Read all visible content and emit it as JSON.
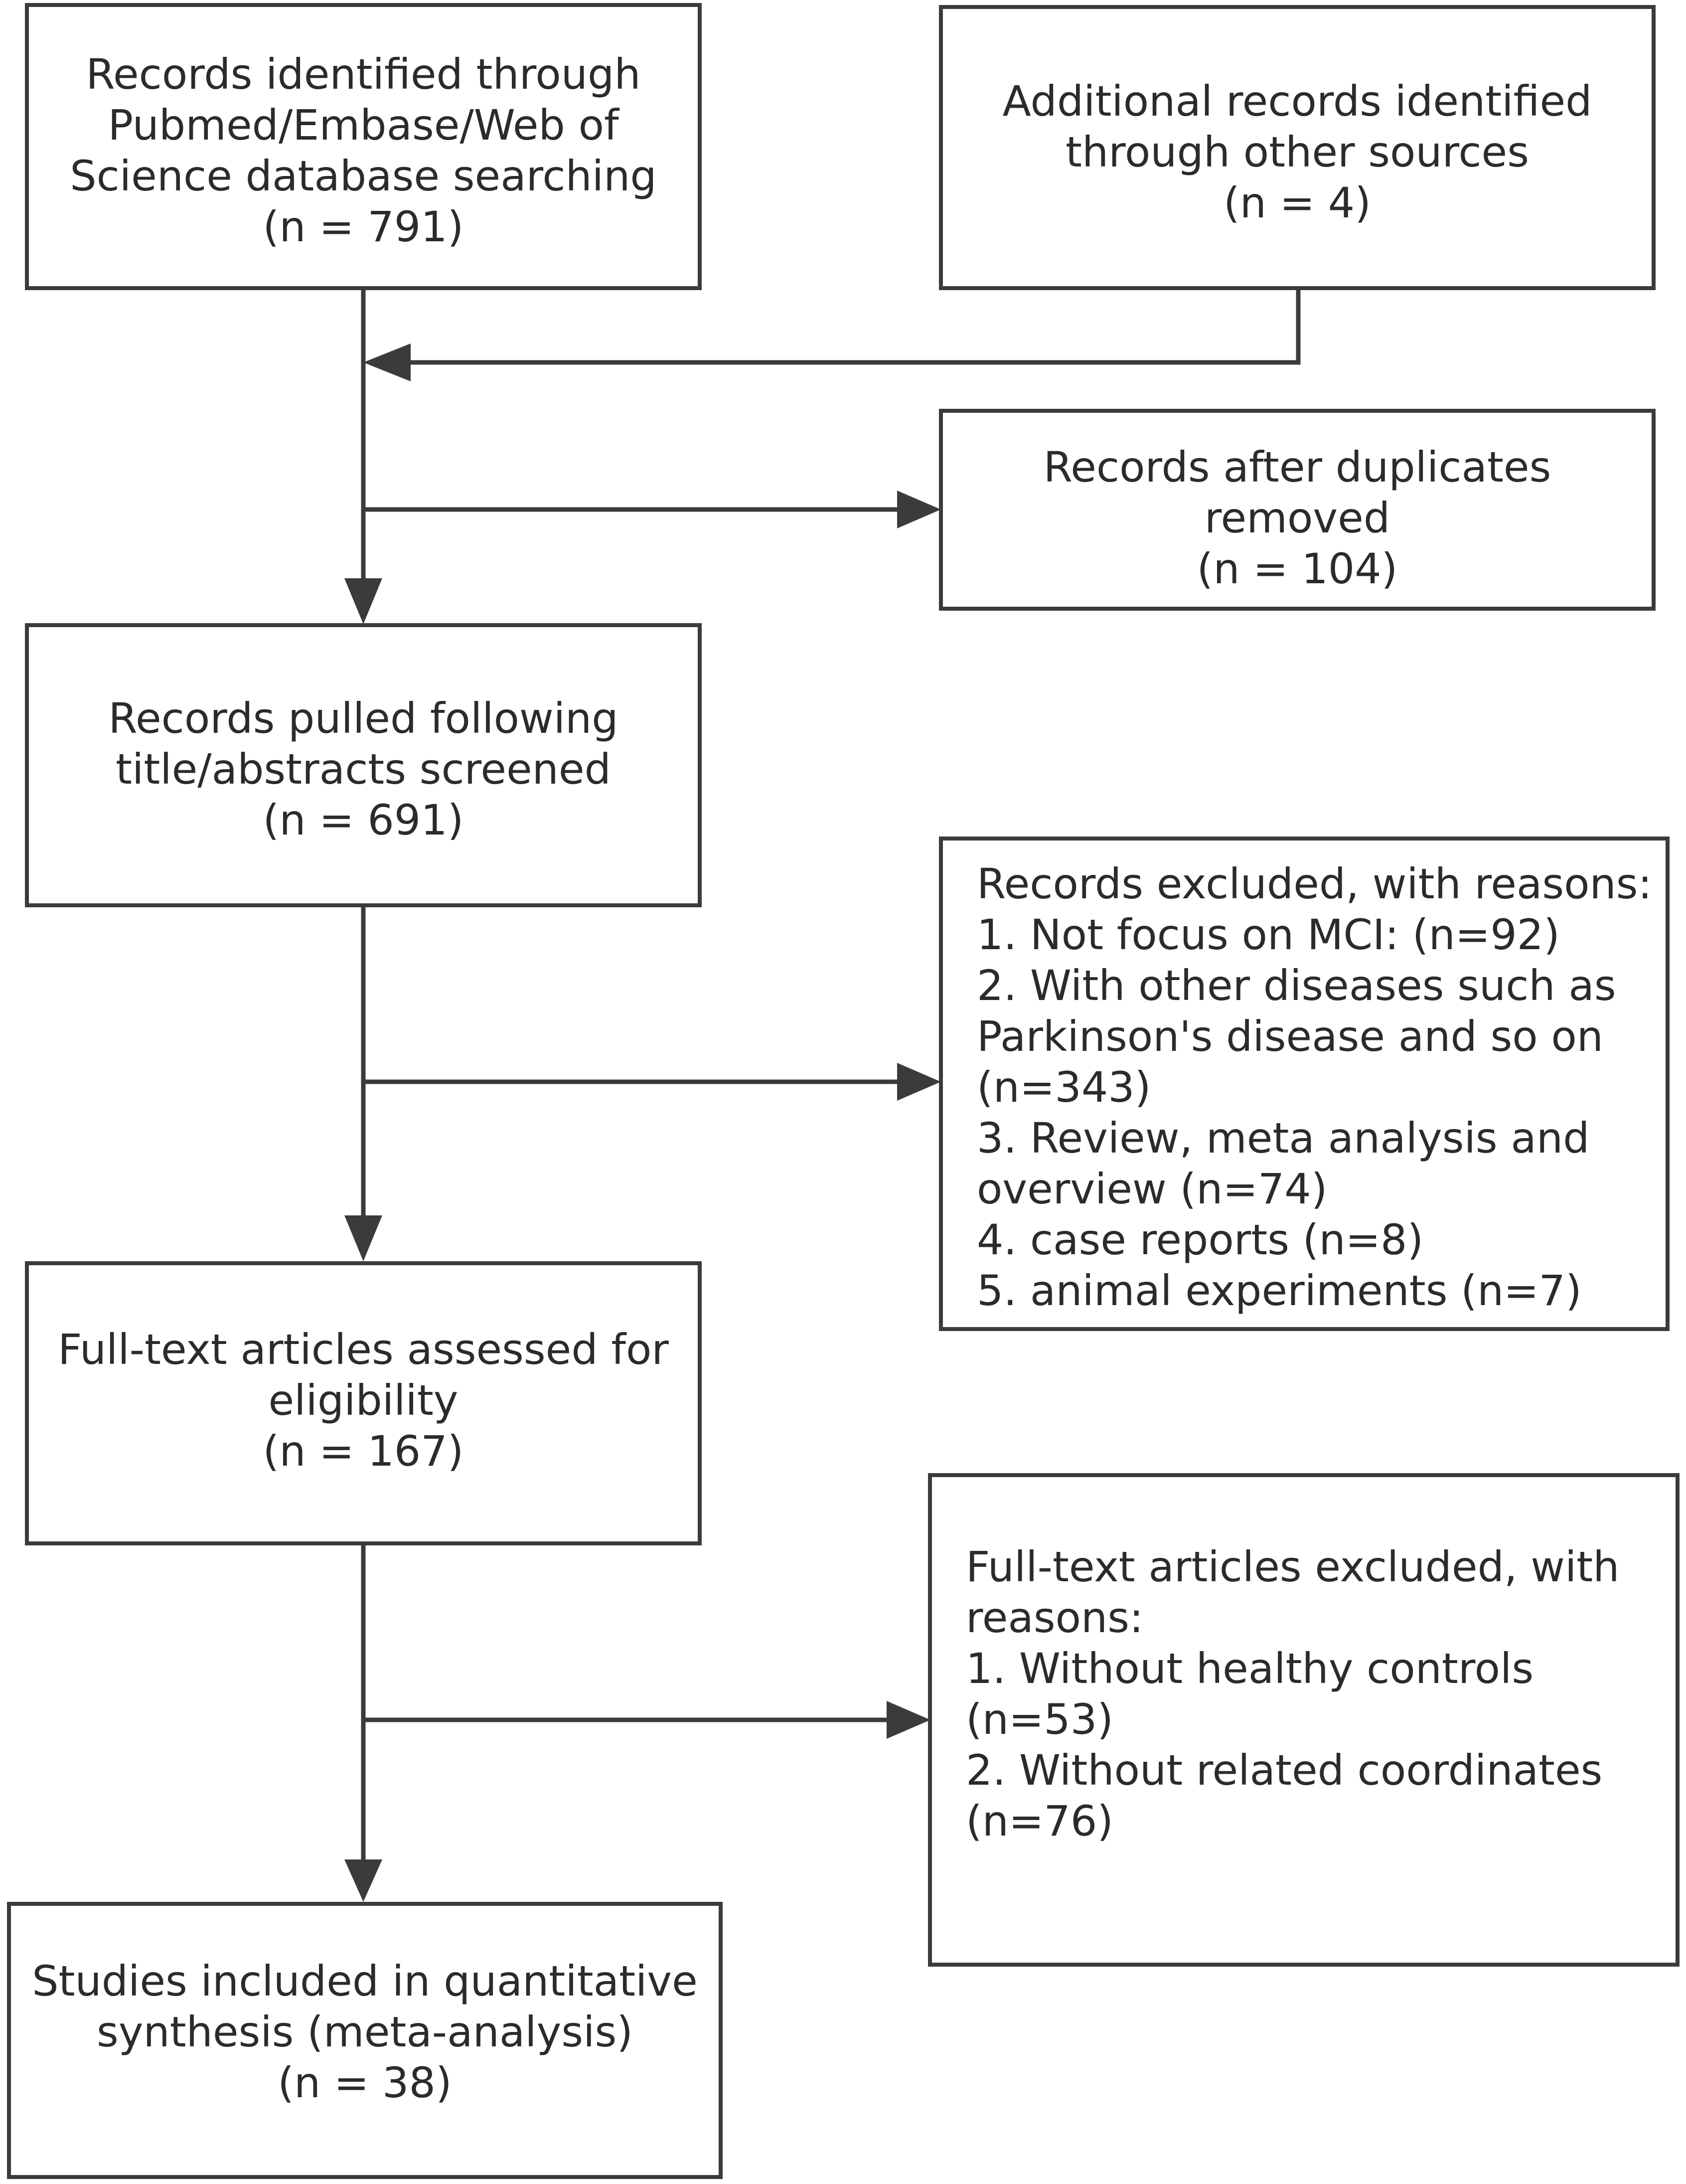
{
  "boxes": {
    "identified": {
      "lines": [
        "Records identified through",
        "Pubmed/Embase/Web of",
        "Science database searching",
        "(n = 791)"
      ]
    },
    "additional": {
      "lines": [
        "Additional records identified",
        "through other sources",
        "(n = 4)"
      ]
    },
    "duplicates": {
      "lines": [
        "Records after duplicates",
        "removed",
        "(n = 104)"
      ]
    },
    "screened": {
      "lines": [
        "Records pulled following",
        "title/abstracts screened",
        "(n = 691)"
      ]
    },
    "excluded": {
      "lines": [
        "Records excluded, with reasons:",
        "1. Not focus on MCI: (n=92)",
        "2. With other diseases such as",
        "Parkinson's disease and so on",
        "(n=343)",
        "3. Review, meta analysis and",
        "overview (n=74)",
        "4. case reports (n=8)",
        "5. animal experiments (n=7)"
      ]
    },
    "fulltext": {
      "lines": [
        "Full-text articles assessed for",
        "eligibility",
        "(n = 167)"
      ]
    },
    "fulltext_excluded": {
      "lines": [
        "Full-text articles excluded, with",
        "reasons:",
        "1. Without healthy controls",
        "(n=53)",
        "2. Without related coordinates",
        "(n=76)"
      ]
    },
    "included": {
      "lines": [
        "Studies included in quantitative",
        "synthesis (meta-analysis)",
        "(n = 38)"
      ]
    }
  }
}
